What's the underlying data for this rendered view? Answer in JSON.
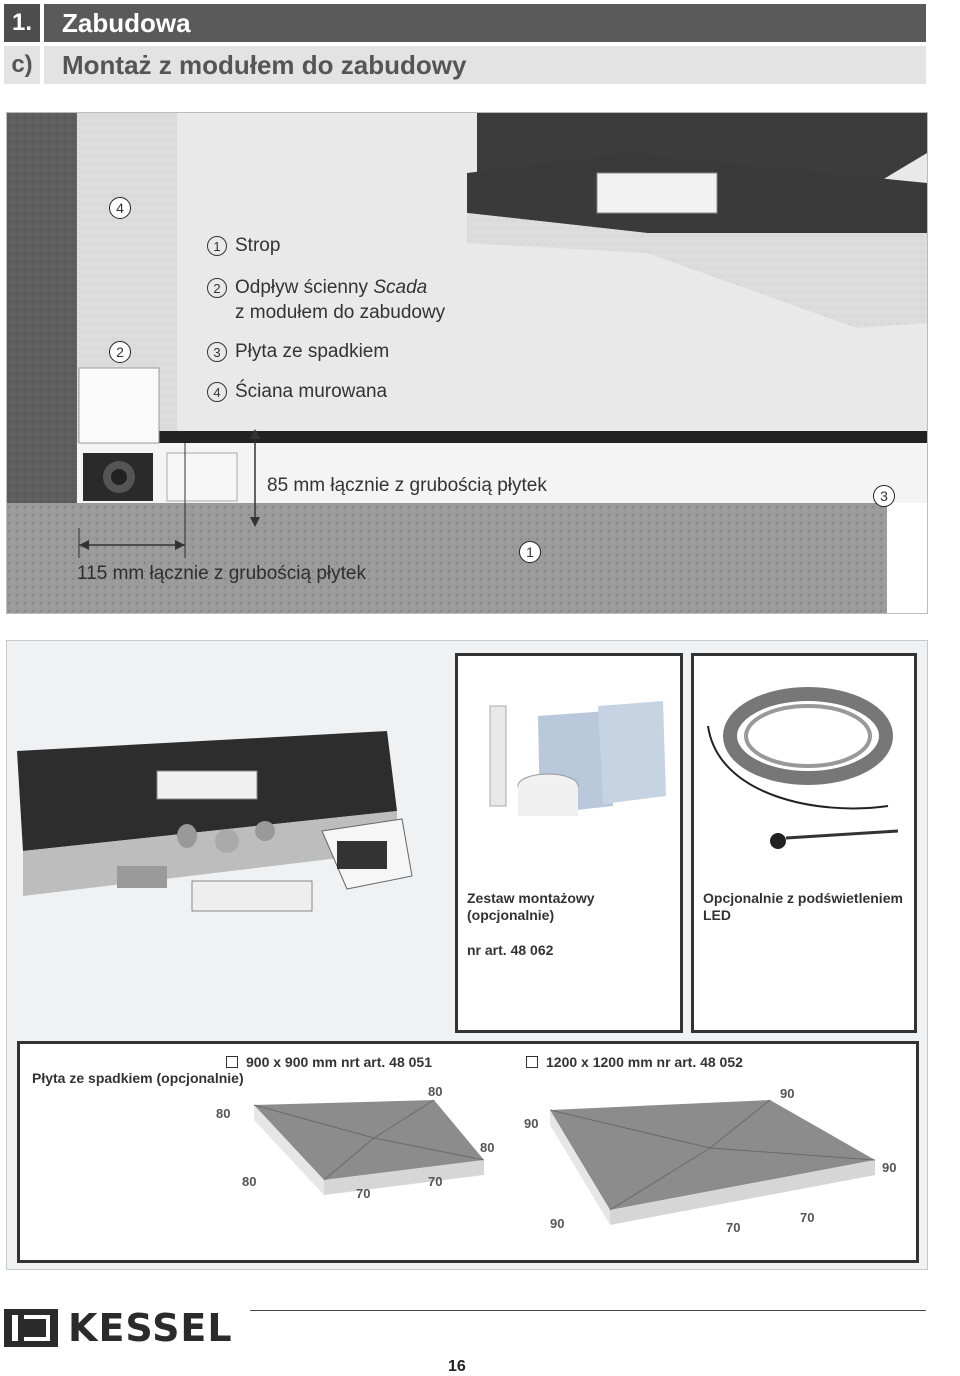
{
  "header": {
    "num1": "1.",
    "title1": "Zabudowa",
    "num2": "c)",
    "title2": "Montaż z modułem do zabudowy"
  },
  "diagram": {
    "markers": {
      "m1": "1",
      "m2": "2",
      "m3": "3",
      "m4": "4"
    },
    "legend": [
      {
        "num": "1",
        "text": "Strop"
      },
      {
        "num": "2",
        "text_a": "Odpływ ścienny ",
        "text_em": "Scada",
        "text_b": "z modułem do zabudowy"
      },
      {
        "num": "3",
        "text": "Płyta ze spadkiem"
      },
      {
        "num": "4",
        "text": "Ściana murowana"
      }
    ],
    "dim_vertical": "85 mm łącznie z grubością płytek",
    "dim_horizontal": "115 mm łącznie z grubością płytek"
  },
  "products": {
    "kit_label": "Zestaw montażowy (opcjonalnie)",
    "kit_art": "nr art. 48 062",
    "led_label": "Opcjonalnie z podświetleniem LED",
    "plate_label": "Płyta ze spadkiem (opcjonalnie)",
    "option1": "900 x 900 mm  nrt art. 48 051",
    "option2": "1200 x 1200 mm  nr art. 48 052",
    "plate1_dims": {
      "a": "80",
      "b": "80",
      "c": "80",
      "d": "80",
      "e": "70",
      "f": "70"
    },
    "plate2_dims": {
      "a": "90",
      "b": "90",
      "c": "90",
      "d": "90",
      "e": "70",
      "f": "70"
    }
  },
  "footer": {
    "brand": "KESSEL",
    "page": "16"
  }
}
